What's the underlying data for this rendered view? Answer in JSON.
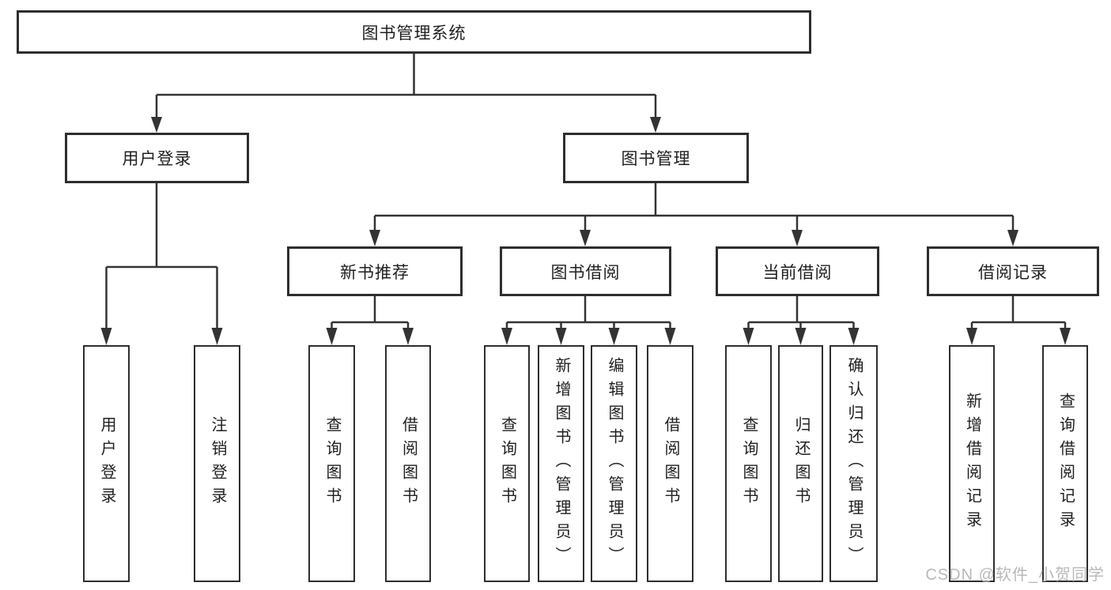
{
  "diagram": {
    "title": "图书管理系统",
    "stroke_color": "#333333",
    "box_border_color": "#2e2e2e",
    "text_color": "#1f1f1f",
    "nodes": {
      "root": {
        "label": "图书管理系统"
      },
      "user_login_branch": {
        "label": "用户登录"
      },
      "book_mgmt": {
        "label": "图书管理"
      },
      "new_book_rec": {
        "label": "新书推荐"
      },
      "book_borrow": {
        "label": "图书借阅"
      },
      "current_borrow": {
        "label": "当前借阅"
      },
      "borrow_records": {
        "label": "借阅记录"
      },
      "login": {
        "label": "用户登录"
      },
      "logout": {
        "label": "注销登录"
      },
      "nbr_query": {
        "label": "查询图书"
      },
      "nbr_borrow": {
        "label": "借阅图书"
      },
      "bb_query": {
        "label": "查询图书"
      },
      "bb_add": {
        "label": "新增图书（管理员）"
      },
      "bb_edit": {
        "label": "编辑图书（管理员）"
      },
      "bb_borrow": {
        "label": "借阅图书"
      },
      "cb_query": {
        "label": "查询图书"
      },
      "cb_return": {
        "label": "归还图书"
      },
      "cb_confirm": {
        "label": "确认归还（管理员）"
      },
      "br_add": {
        "label": "新增借阅记录"
      },
      "br_query": {
        "label": "查询借阅记录"
      }
    },
    "edges": [
      {
        "from": "root",
        "to": "user_login_branch"
      },
      {
        "from": "root",
        "to": "book_mgmt"
      },
      {
        "from": "user_login_branch",
        "to": "login"
      },
      {
        "from": "user_login_branch",
        "to": "logout"
      },
      {
        "from": "book_mgmt",
        "to": "new_book_rec"
      },
      {
        "from": "book_mgmt",
        "to": "book_borrow"
      },
      {
        "from": "book_mgmt",
        "to": "current_borrow"
      },
      {
        "from": "book_mgmt",
        "to": "borrow_records"
      },
      {
        "from": "new_book_rec",
        "to": "nbr_query"
      },
      {
        "from": "new_book_rec",
        "to": "nbr_borrow"
      },
      {
        "from": "book_borrow",
        "to": "bb_query"
      },
      {
        "from": "book_borrow",
        "to": "bb_add"
      },
      {
        "from": "book_borrow",
        "to": "bb_edit"
      },
      {
        "from": "book_borrow",
        "to": "bb_borrow"
      },
      {
        "from": "current_borrow",
        "to": "cb_query"
      },
      {
        "from": "current_borrow",
        "to": "cb_return"
      },
      {
        "from": "current_borrow",
        "to": "cb_confirm"
      },
      {
        "from": "borrow_records",
        "to": "br_add"
      },
      {
        "from": "borrow_records",
        "to": "br_query"
      }
    ]
  },
  "watermark": {
    "text": "CSDN @软件_小贺同学",
    "color": "#b9b9b9"
  }
}
